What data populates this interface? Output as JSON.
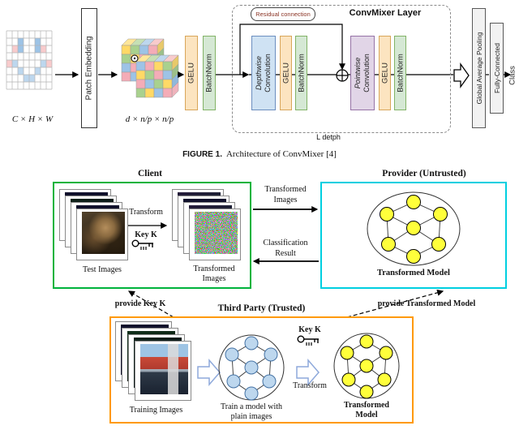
{
  "caption": {
    "label": "FIGURE 1.",
    "text": "Architecture of ConvMixer [4]"
  },
  "figure1": {
    "input_label": "C × H × W",
    "patch_embedding": "Patch Embedding",
    "tensor_label": "d × n/p × n/p",
    "gelu": "GELU",
    "batchnorm": "BatchNorm",
    "layer_title": "ConvMixer Layer",
    "residual_label": "Residual connection",
    "depthwise_line1": "Depthwise",
    "depthwise_line2": "Convolution",
    "pointwise_line1": "Pointwise",
    "pointwise_line2": "Convolution",
    "depth_label": "L detph",
    "global_pool": "Global Average Pooling",
    "fully_connected": "Fully-Connected",
    "class_label": "Class"
  },
  "figure2": {
    "client": {
      "title": "Client",
      "test_images": "Test Images",
      "transform": "Transform",
      "key": "Key K",
      "transformed_line1": "Transformed",
      "transformed_line2": "Images"
    },
    "provider": {
      "title": "Provider (Untrusted)",
      "model": "Transformed Model"
    },
    "third_party": {
      "title": "Third Party (Trusted)",
      "training_images": "Training Images",
      "train_line1": "Train a model with",
      "train_line2": "plain images",
      "key": "Key K",
      "transform": "Transform",
      "model_line1": "Transformed",
      "model_line2": "Model"
    },
    "arrows": {
      "transformed_line1": "Transformed",
      "transformed_line2": "Images",
      "classification_line1": "Classification",
      "classification_line2": "Result",
      "provide_key": "provide Key K",
      "provide_model": "provide Transformed Model"
    }
  },
  "colors": {
    "client_border": "#00B33C",
    "provider_border": "#00CFE0",
    "third_party_border": "#FF9900",
    "gelu_fill": "#FCE4C0",
    "batchnorm_fill": "#D5E8D4",
    "depthwise_fill": "#CFE2F3",
    "pointwise_fill": "#E1D5E7",
    "node_yellow": "#FFFF3B",
    "node_blue": "#BDD7EE"
  }
}
